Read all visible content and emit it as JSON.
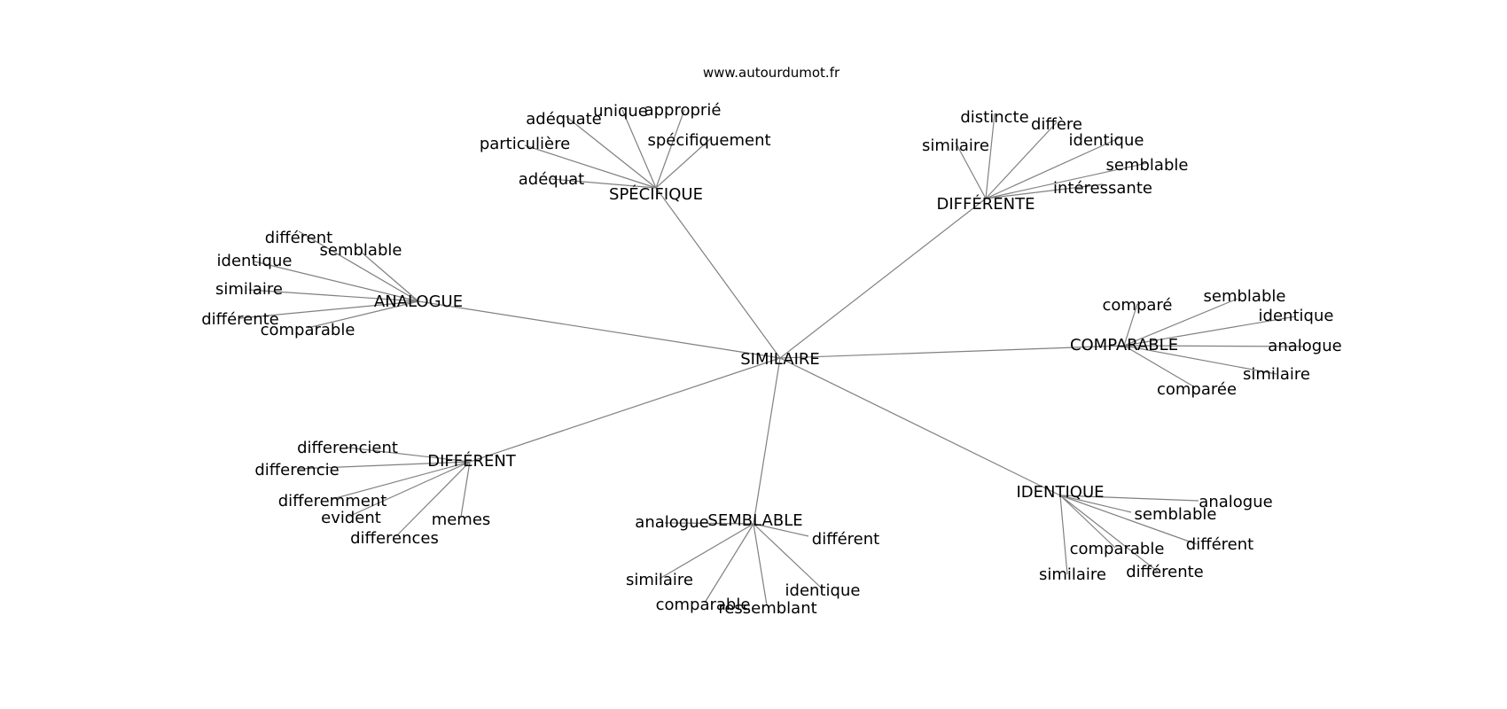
{
  "site": "www.autourdumot.fr",
  "center": "SIMILAIRE",
  "hubs": [
    {
      "id": "specifique",
      "label": "SPÉCIFIQUE",
      "leaves": [
        "adéquat",
        "particulière",
        "adéquate",
        "unique",
        "approprié",
        "spécifiquement"
      ]
    },
    {
      "id": "differente",
      "label": "DIFFÉRENTE",
      "leaves": [
        "similaire",
        "distincte",
        "diffère",
        "identique",
        "semblable",
        "intéressante"
      ]
    },
    {
      "id": "analogue",
      "label": "ANALOGUE",
      "leaves": [
        "différent",
        "semblable",
        "identique",
        "similaire",
        "différente",
        "comparable"
      ]
    },
    {
      "id": "comparable",
      "label": "COMPARABLE",
      "leaves": [
        "comparé",
        "semblable",
        "identique",
        "analogue",
        "similaire",
        "comparée"
      ]
    },
    {
      "id": "different",
      "label": "DIFFÉRENT",
      "leaves": [
        "differencient",
        "differencie",
        "differemment",
        "evident",
        "differences",
        "memes"
      ]
    },
    {
      "id": "semblable",
      "label": "SEMBLABLE",
      "leaves": [
        "analogue",
        "différent",
        "similaire",
        "comparable",
        "ressemblant",
        "identique"
      ]
    },
    {
      "id": "identique",
      "label": "IDENTIQUE",
      "leaves": [
        "analogue",
        "semblable",
        "différent",
        "comparable",
        "similaire",
        "différente"
      ]
    }
  ]
}
